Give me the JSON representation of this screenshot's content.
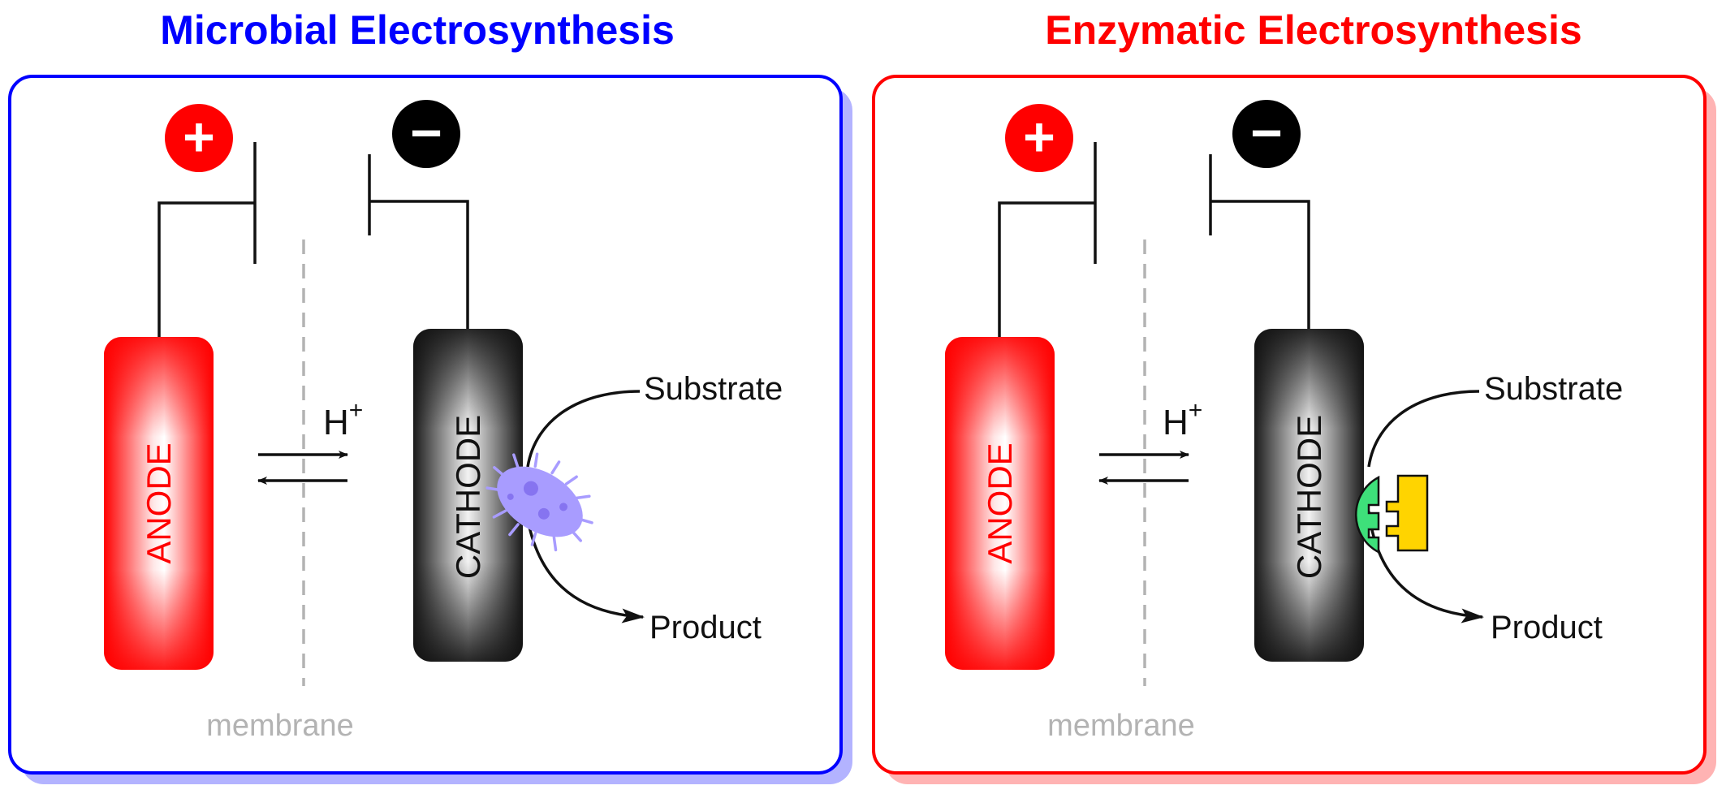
{
  "colors": {
    "microbial_accent": "#0000ff",
    "microbial_shadow": "#b3b3ff",
    "enzymatic_accent": "#ff0000",
    "enzymatic_shadow": "#ffb3b3",
    "anode": "#ff0000",
    "cathode": "#222222",
    "membrane": "#b3b3b3",
    "microbe": "#a89cff",
    "enzyme": "#3ee07a",
    "substrate_piece": "#ffd400"
  },
  "panels": [
    {
      "title": "Microbial Electrosynthesis",
      "catalyst": "microbe-icon",
      "positive_sign": "+",
      "negative_sign": "−",
      "anode_label": "ANODE",
      "cathode_label": "CATHODE",
      "proton_label": "H",
      "proton_charge": "+",
      "membrane_label": "membrane",
      "substrate_label": "Substrate",
      "product_label": "Product"
    },
    {
      "title": "Enzymatic Electrosynthesis",
      "catalyst": "enzyme-icon",
      "positive_sign": "+",
      "negative_sign": "−",
      "anode_label": "ANODE",
      "cathode_label": "CATHODE",
      "proton_label": "H",
      "proton_charge": "+",
      "membrane_label": "membrane",
      "substrate_label": "Substrate",
      "product_label": "Product"
    }
  ]
}
